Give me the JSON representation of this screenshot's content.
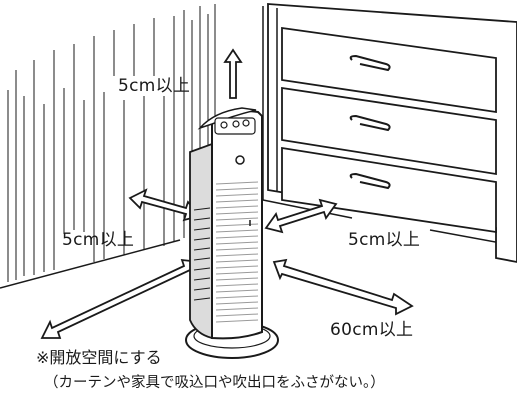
{
  "labels": {
    "top": "5cm以上",
    "left": "5cm以上",
    "right": "5cm以上",
    "front": "60cm以上"
  },
  "notes": {
    "line1": "※開放空間にする",
    "line2": "（カーテンや家具で吸込口や吹出口をふさがない。）"
  },
  "colors": {
    "ink": "#1a1a1a",
    "fill": "#ffffff",
    "shade": "#9a9a9a"
  }
}
